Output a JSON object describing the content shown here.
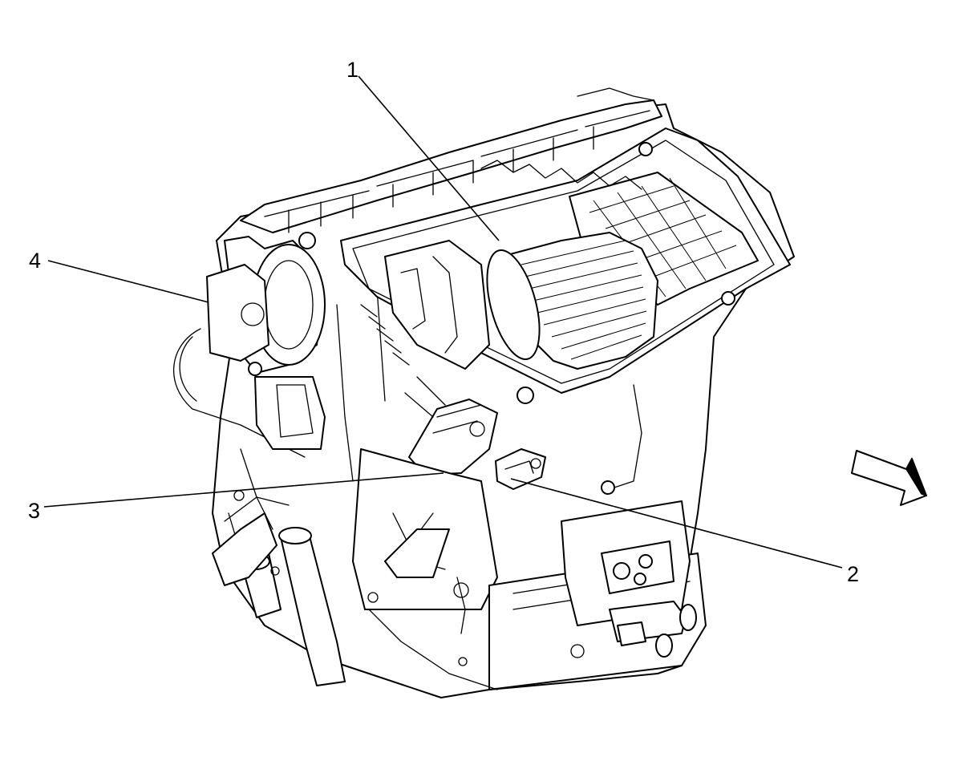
{
  "callouts": {
    "c1": "1",
    "c2": "2",
    "c3": "3",
    "c4": "4"
  },
  "colors": {
    "line": "#000000",
    "background": "#ffffff"
  },
  "icons": [
    "view-direction-arrow-icon"
  ]
}
